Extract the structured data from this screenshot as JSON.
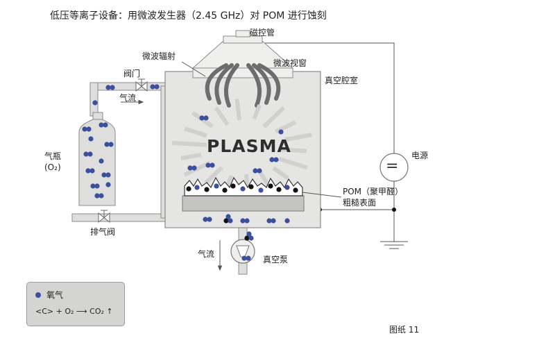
{
  "title": "低压等离子设备：用微波发生器（2.45 GHz）对 POM 进行蚀刻",
  "labels": {
    "magnetron": "磁控管",
    "microwave_radiation": "微波辐射",
    "microwave_window": "微波视窗",
    "valve": "阀门",
    "gas_flow_top": "气流",
    "vacuum_chamber": "真空腔室",
    "gas_bottle": "气瓶",
    "gas_bottle_sub": "(O₂)",
    "power_source": "电源",
    "pom_surface_line1": "POM（聚甲醛）",
    "pom_surface_line2": "粗糙表面",
    "exhaust_valve": "排气阀",
    "gas_flow_bottom": "气流",
    "vacuum_pump": "真空泵",
    "plasma": "PLASMA",
    "power_symbol": "="
  },
  "legend": {
    "oxygen_label": "氧气",
    "reaction": "<C> + O₂ ⟶ CO₂ ↑"
  },
  "figure_label": "图纸 11",
  "colors": {
    "oxygen": "#3b4f9e",
    "carbon": "#111111",
    "chamber_fill": "#e5e5e3",
    "pipe_fill": "#dededc",
    "outline": "#8a8a88",
    "wave": "#6d6d6d"
  }
}
